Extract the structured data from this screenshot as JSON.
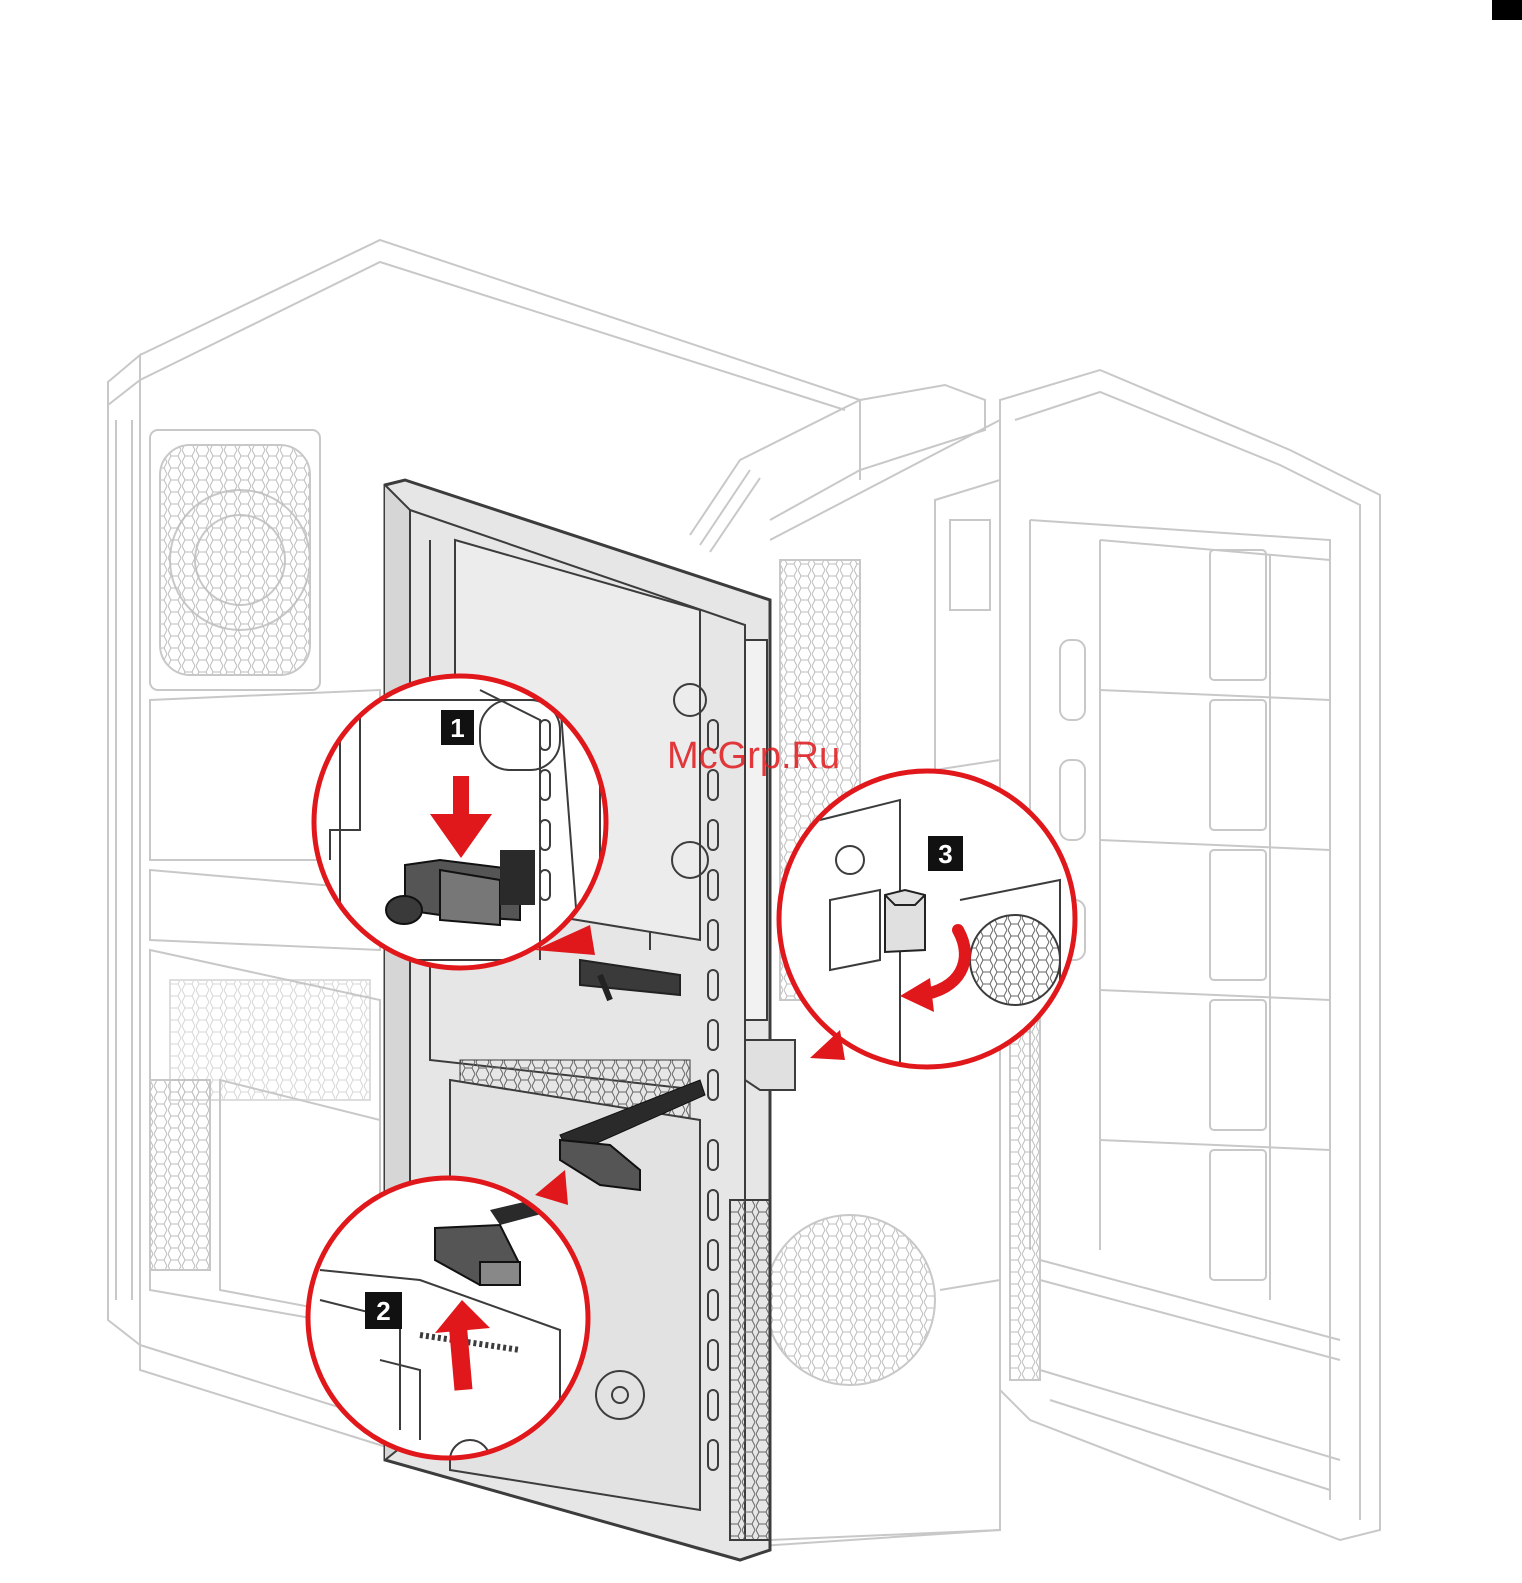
{
  "watermark": "McGrp.Ru",
  "steps": [
    {
      "number": "1",
      "action": "push-down"
    },
    {
      "number": "2",
      "action": "pull-up"
    },
    {
      "number": "3",
      "action": "rotate"
    }
  ],
  "colors": {
    "accent": "#e0181b",
    "outline": "#c8c8c8",
    "detail": "#3c3c3c",
    "badge": "#111111",
    "panel_fill": "#e6e6e6"
  }
}
